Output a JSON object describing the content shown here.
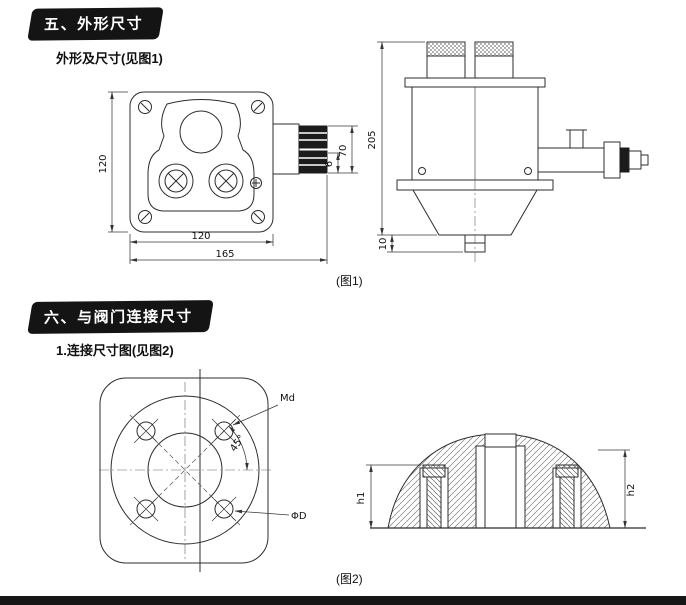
{
  "page": {
    "background": "#ffffff",
    "footer_bar_color": "#161616"
  },
  "colors": {
    "banner_bg": "#141414",
    "banner_text": "#ffffff",
    "line": "#2c2c2c"
  },
  "section_outline": {
    "banner": "五、外形尺寸",
    "subtitle": "外形及尺寸(见图1)",
    "figure_caption": "(图1)",
    "front_view": {
      "dim_height": "120",
      "dim_width": "120",
      "dim_overall_width": "165",
      "dim_gland_span": "70",
      "dim_gland_offset": "6"
    },
    "side_view": {
      "dim_overall_height": "205",
      "dim_stem_protrusion": "10"
    }
  },
  "section_connection": {
    "banner": "六、与阀门连接尺寸",
    "subtitle": "1.连接尺寸图(见图2)",
    "figure_caption": "(图2)",
    "flange_view": {
      "thread_label": "Md",
      "angle_label": "45°",
      "bore_label": "ΦD"
    },
    "cross_section": {
      "height_left_label": "h1",
      "height_right_label": "h2"
    }
  }
}
